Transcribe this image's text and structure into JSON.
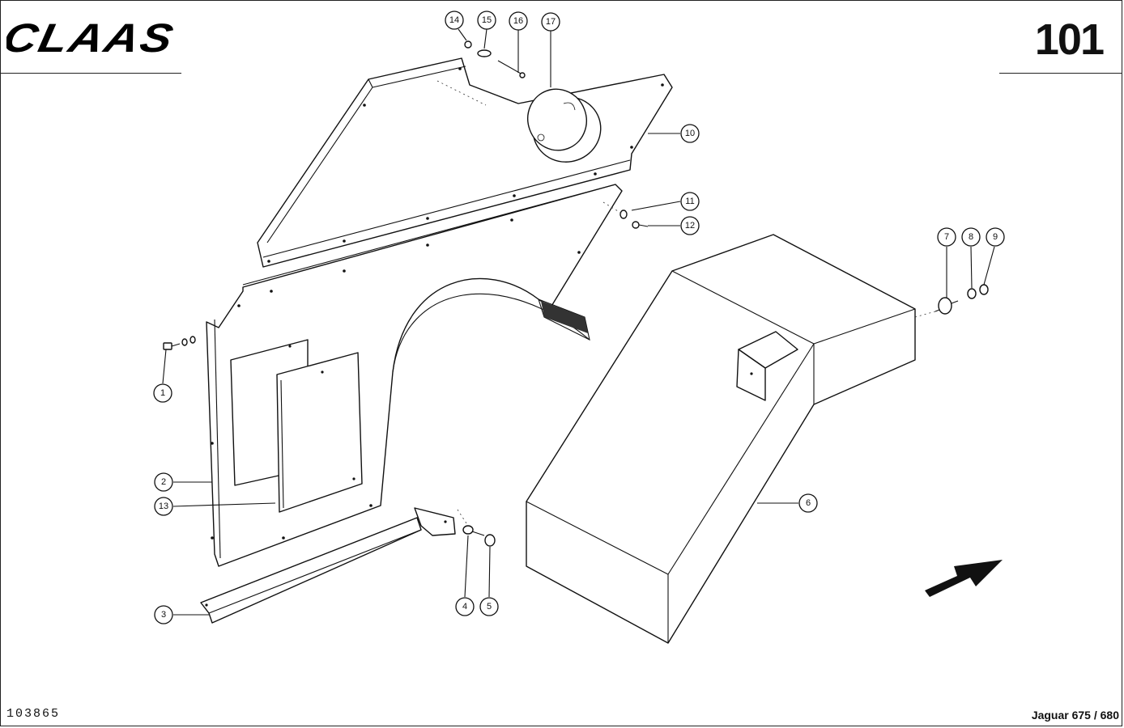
{
  "header": {
    "brand": "CLAAS",
    "page_number": "101"
  },
  "footer": {
    "drawing_number": "103865",
    "model": "Jaguar 675 / 680"
  },
  "callouts": [
    {
      "id": "c1",
      "label": "1"
    },
    {
      "id": "c2",
      "label": "2"
    },
    {
      "id": "c3",
      "label": "3"
    },
    {
      "id": "c4",
      "label": "4"
    },
    {
      "id": "c5",
      "label": "5"
    },
    {
      "id": "c6",
      "label": "6"
    },
    {
      "id": "c7",
      "label": "7"
    },
    {
      "id": "c8",
      "label": "8"
    },
    {
      "id": "c9",
      "label": "9"
    },
    {
      "id": "c10",
      "label": "10"
    },
    {
      "id": "c11",
      "label": "11"
    },
    {
      "id": "c12",
      "label": "12"
    },
    {
      "id": "c13",
      "label": "13"
    },
    {
      "id": "c14",
      "label": "14"
    },
    {
      "id": "c15",
      "label": "15"
    },
    {
      "id": "c16",
      "label": "16"
    },
    {
      "id": "c17",
      "label": "17"
    }
  ]
}
